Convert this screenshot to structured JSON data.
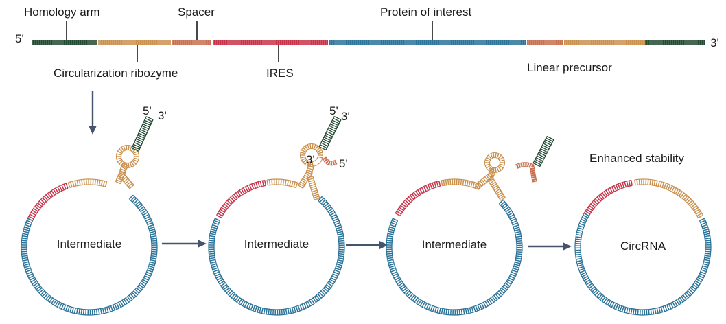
{
  "linear": {
    "five_prime": "5'",
    "three_prime": "3'",
    "labels": {
      "homology_arm": "Homology arm",
      "spacer": "Spacer",
      "protein_of_interest": "Protein of interest",
      "circularization_ribozyme": "Circularization ribozyme",
      "ires": "IRES",
      "linear_precursor": "Linear precursor"
    }
  },
  "stages": [
    {
      "label": "Intermediate",
      "stem_end_5": "5'",
      "stem_end_3": "3'"
    },
    {
      "label": "Intermediate",
      "stem_end_5": "5'",
      "stem_end_3": "3'",
      "frag_3": "3'",
      "frag_5": "5'"
    },
    {
      "label": "Intermediate"
    },
    {
      "label": "CircRNA",
      "caption": "Enhanced stability"
    }
  ],
  "colors": {
    "homology_arm": "#234a34",
    "ribozyme": "#c9904e",
    "spacer": "#c8704f",
    "ires": "#c7344a",
    "protein_of_interest": "#2b7398",
    "arrow": "#44546a"
  }
}
